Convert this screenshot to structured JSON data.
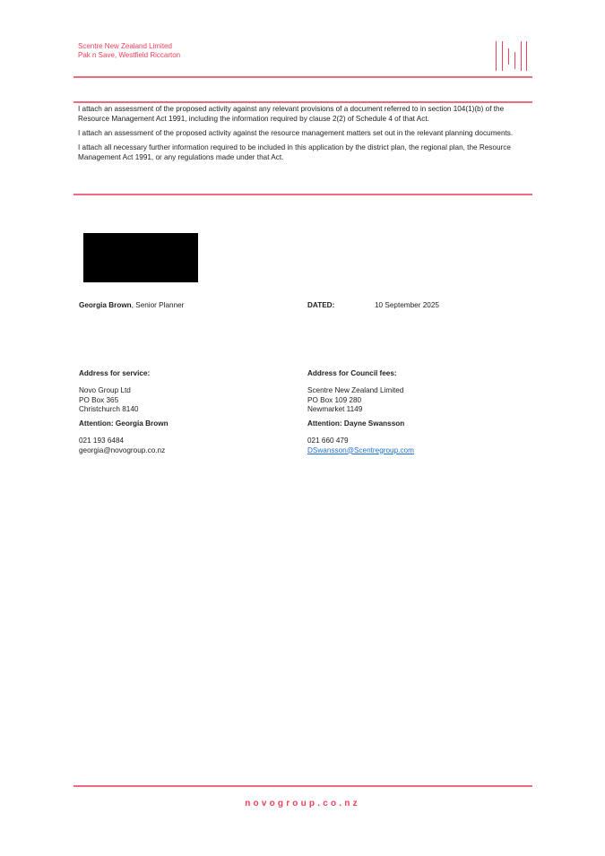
{
  "header": {
    "company": "Scentre New Zealand Limited",
    "project": "Pak n Save, Westfield Riccarton"
  },
  "statements": [
    "I attach an assessment of the proposed activity against any relevant provisions of a document referred to in section 104(1)(b) of the Resource Management Act 1991, including the information required by clause 2(2) of Schedule 4 of that Act.",
    "I attach an assessment of the proposed activity against the resource management matters set out in the relevant planning documents.",
    "I attach all necessary further information required to be included in this application by the district plan, the regional plan, the Resource Management Act 1991, or any regulations made under that Act."
  ],
  "signatory": {
    "name": "Georgia Brown",
    "role": ", Senior Planner"
  },
  "dated": {
    "label": "DATED:",
    "value": "10 September 2025"
  },
  "service": {
    "heading": "Address for service:",
    "lines": [
      "Novo Group Ltd",
      "PO Box 365",
      "Christchurch 8140"
    ],
    "attention": "Attention: Georgia Brown",
    "phone": "021 193 6484",
    "email": "georgia@novogroup.co.nz"
  },
  "council": {
    "heading": "Address for Council fees:",
    "lines": [
      "Scentre New Zealand Limited",
      "PO Box 109 280",
      "Newmarket 1149"
    ],
    "attention": "Attention: Dayne Swansson",
    "phone": "021 660 479",
    "email": "DSwansson@Scentregroup.com"
  },
  "footer": {
    "website": "novogroup.co.nz"
  }
}
